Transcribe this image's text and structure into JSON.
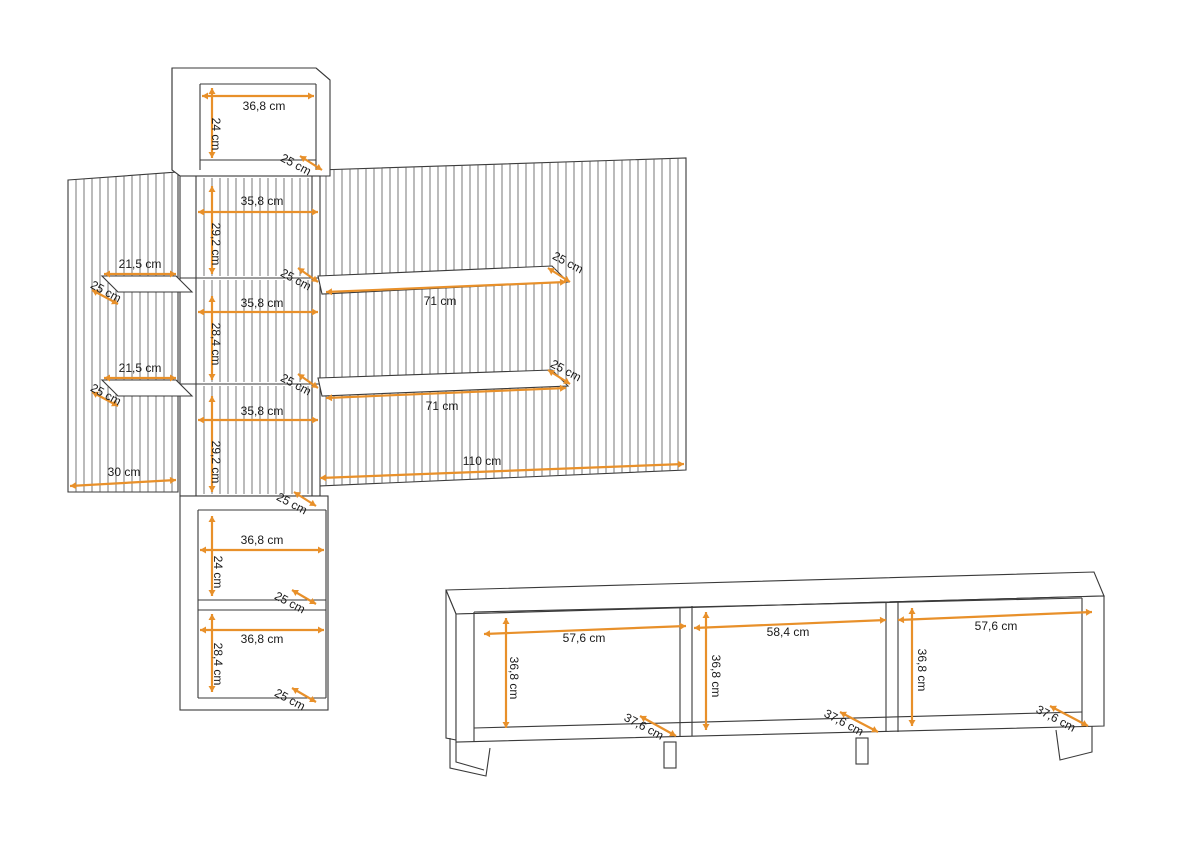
{
  "diagram": {
    "accent_color": "#e8902a",
    "line_color": "#3a3a3a",
    "wall_unit": {
      "top_cabinet": {
        "width": "36,8 cm",
        "height": "24 cm",
        "depth": "25 cm"
      },
      "glass_cabinet_upper": {
        "width": "35,8 cm",
        "height": "29,2 cm",
        "depth": "25 cm"
      },
      "glass_cabinet_middle": {
        "width": "35,8 cm",
        "height": "28,4 cm",
        "depth": "25 cm"
      },
      "glass_cabinet_lower": {
        "width": "35,8 cm",
        "height": "29,2 cm",
        "depth": "25 cm"
      },
      "open_cabinet_1": {
        "width": "36,8 cm",
        "height": "24 cm",
        "depth": "25 cm"
      },
      "open_cabinet_2": {
        "width": "36,8 cm",
        "height": "28,4 cm",
        "depth": "25 cm"
      },
      "left_shelf_upper": {
        "width": "21,5 cm",
        "depth": "25 cm"
      },
      "left_shelf_lower": {
        "width": "21,5 cm",
        "depth": "25 cm"
      },
      "right_shelf_upper": {
        "width": "71 cm",
        "depth": "25 cm"
      },
      "right_shelf_lower": {
        "width": "71 cm",
        "depth": "25 cm"
      },
      "left_panel_width": "30 cm",
      "right_panel_width": "110 cm"
    },
    "tv_stand": {
      "left_compartment": {
        "width": "57,6 cm",
        "height": "36,8 cm",
        "depth": "37,6 cm"
      },
      "middle_compartment": {
        "width": "58,4 cm",
        "height": "36,8 cm",
        "depth": "37,6 cm"
      },
      "right_compartment": {
        "width": "57,6 cm",
        "height": "36,8 cm",
        "depth": "37,6 cm"
      }
    }
  }
}
